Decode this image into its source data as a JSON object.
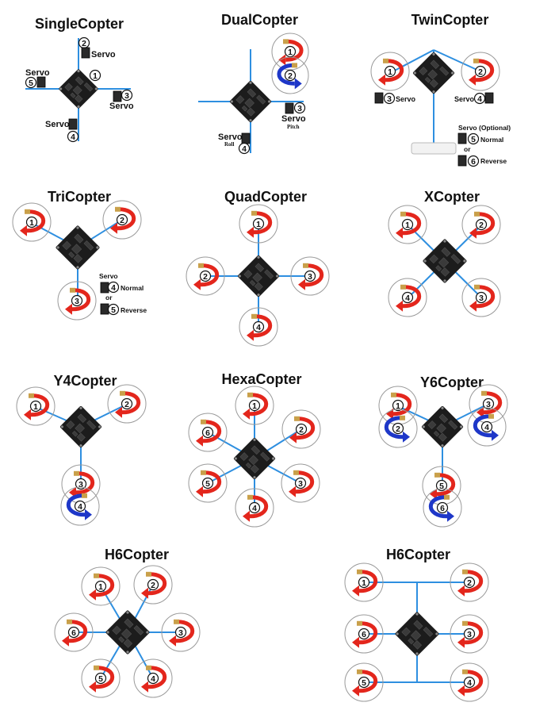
{
  "title": "Multicopter motor and servo layouts",
  "colors": {
    "arm": "#2e8fe0",
    "cw": "#e3261c",
    "ccw": "#1e37c8",
    "board": "#1c1c1c",
    "ring": "#9a9a9a",
    "servo": "#2a2a2a"
  },
  "panels": [
    {
      "id": "single",
      "title": "SingleCopter",
      "labels": [
        {
          "text": "Servo",
          "num": "2",
          "desc": "top servo"
        },
        {
          "text": "Servo",
          "num": "5",
          "desc": "left servo"
        },
        {
          "text": "Servo",
          "num": "3",
          "desc": "right servo"
        },
        {
          "text": "Servo",
          "num": "4",
          "desc": "bottom servo"
        },
        {
          "num": "1",
          "desc": "motor"
        }
      ]
    },
    {
      "id": "dual",
      "title": "DualCopter",
      "motors": [
        {
          "num": "1",
          "dir": "cw"
        },
        {
          "num": "2",
          "dir": "ccw"
        }
      ],
      "labels": [
        {
          "text": "Servo",
          "sub": "Pitch",
          "num": "3"
        },
        {
          "text": "Servo",
          "sub": "Roll",
          "num": "4"
        }
      ]
    },
    {
      "id": "twin",
      "title": "TwinCopter",
      "motors": [
        {
          "num": "1",
          "dir": "cw"
        },
        {
          "num": "2",
          "dir": "cw"
        }
      ],
      "labels": [
        {
          "text": "Servo",
          "num": "3"
        },
        {
          "text": "Servo",
          "num": "4"
        },
        {
          "text": "Servo (Optional)"
        },
        {
          "text": "Normal",
          "num": "5"
        },
        {
          "text": "or"
        },
        {
          "text": "Reverse",
          "num": "6"
        }
      ]
    },
    {
      "id": "tri",
      "title": "TriCopter",
      "motors": [
        {
          "num": "1",
          "dir": "cw"
        },
        {
          "num": "2",
          "dir": "cw"
        },
        {
          "num": "3",
          "dir": "cw"
        }
      ],
      "labels": [
        {
          "text": "Servo"
        },
        {
          "text": "Normal",
          "num": "4"
        },
        {
          "text": "or"
        },
        {
          "text": "Reverse",
          "num": "5"
        }
      ]
    },
    {
      "id": "quad",
      "title": "QuadCopter",
      "motors": [
        {
          "num": "1",
          "dir": "cw"
        },
        {
          "num": "2",
          "dir": "cw"
        },
        {
          "num": "3",
          "dir": "cw"
        },
        {
          "num": "4",
          "dir": "cw"
        }
      ]
    },
    {
      "id": "x",
      "title": "XCopter",
      "motors": [
        {
          "num": "1",
          "dir": "cw"
        },
        {
          "num": "2",
          "dir": "cw"
        },
        {
          "num": "3",
          "dir": "cw"
        },
        {
          "num": "4",
          "dir": "cw"
        }
      ]
    },
    {
      "id": "y4",
      "title": "Y4Copter",
      "motors": [
        {
          "num": "1",
          "dir": "cw"
        },
        {
          "num": "2",
          "dir": "cw"
        },
        {
          "num": "3",
          "dir": "cw"
        },
        {
          "num": "4",
          "dir": "ccw"
        }
      ]
    },
    {
      "id": "hexa",
      "title": "HexaCopter",
      "motors": [
        {
          "num": "1",
          "dir": "cw"
        },
        {
          "num": "2",
          "dir": "cw"
        },
        {
          "num": "3",
          "dir": "cw"
        },
        {
          "num": "4",
          "dir": "cw"
        },
        {
          "num": "5",
          "dir": "cw"
        },
        {
          "num": "6",
          "dir": "cw"
        }
      ]
    },
    {
      "id": "y6",
      "title": "Y6Copter",
      "motors": [
        {
          "num": "1",
          "dir": "cw"
        },
        {
          "num": "2",
          "dir": "ccw"
        },
        {
          "num": "3",
          "dir": "cw"
        },
        {
          "num": "4",
          "dir": "ccw"
        },
        {
          "num": "5",
          "dir": "cw"
        },
        {
          "num": "6",
          "dir": "ccw"
        }
      ]
    },
    {
      "id": "h6a",
      "title": "H6Copter",
      "motors": [
        {
          "num": "1",
          "dir": "cw"
        },
        {
          "num": "2",
          "dir": "cw"
        },
        {
          "num": "3",
          "dir": "cw"
        },
        {
          "num": "4",
          "dir": "cw"
        },
        {
          "num": "5",
          "dir": "cw"
        },
        {
          "num": "6",
          "dir": "cw"
        }
      ]
    },
    {
      "id": "h6b",
      "title": "H6Copter",
      "motors": [
        {
          "num": "1",
          "dir": "cw"
        },
        {
          "num": "2",
          "dir": "cw"
        },
        {
          "num": "3",
          "dir": "cw"
        },
        {
          "num": "4",
          "dir": "cw"
        },
        {
          "num": "5",
          "dir": "cw"
        },
        {
          "num": "6",
          "dir": "cw"
        }
      ]
    }
  ]
}
